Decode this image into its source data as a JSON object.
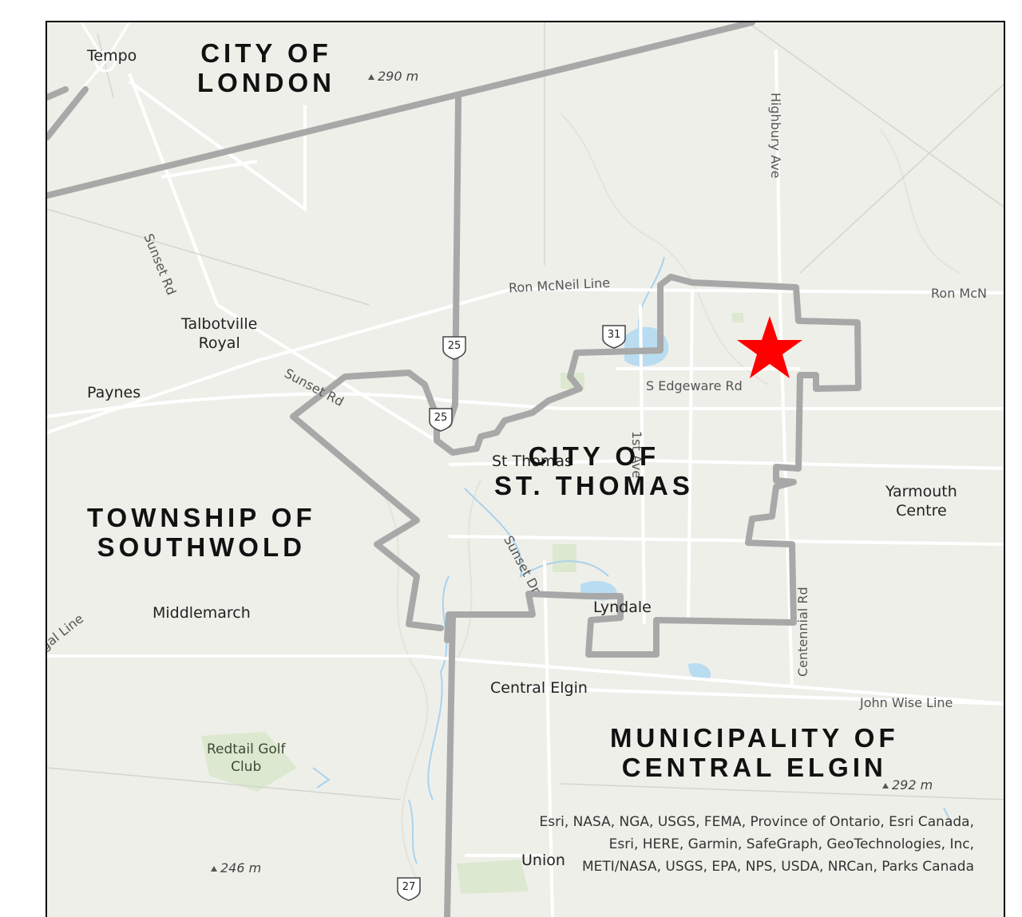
{
  "regions": {
    "london": "CITY OF\nLONDON",
    "st_thomas": "CITY OF\nST. THOMAS",
    "southwold": "TOWNSHIP OF\nSOUTHWOLD",
    "central_elgin": "MUNICIPALITY OF\nCENTRAL ELGIN"
  },
  "places": {
    "tempo": "Tempo",
    "talbotville": "Talbotville\nRoyal",
    "paynes": "Paynes",
    "st_thomas": "St Thomas",
    "yarmouth": "Yarmouth\nCentre",
    "middlemarch": "Middlemarch",
    "lyndale": "Lyndale",
    "central_elgin": "Central Elgin",
    "redtail": "Redtail Golf\nClub",
    "union": "Union"
  },
  "roads": {
    "sunset_rd_north": "Sunset Rd",
    "sunset_rd_mid": "Sunset Rd",
    "sunset_rd_south": "Sunset Dr",
    "ron_mcneil": "Ron McNeil Line",
    "ron_mcneil_east": "Ron McN",
    "highbury": "Highbury Ave",
    "edgeware": "S Edgeware Rd",
    "first_ave": "1st Ave",
    "centennial": "Centennial Rd",
    "john_wise": "John Wise Line",
    "fingal": "Fingal Line"
  },
  "elevations": {
    "north": "290 m",
    "east": "292 m",
    "south": "246 m"
  },
  "shields": {
    "hwy31": "31",
    "hwy25a": "25",
    "hwy25b": "25",
    "hwy27": "27"
  },
  "site_marker": {
    "icon": "star-icon",
    "color": "#ff0000"
  },
  "attribution": "Esri, NASA, NGA, USGS, FEMA, Province of Ontario, Esri Canada, Esri, HERE, Garmin, SafeGraph, GeoTechnologies, Inc, METI/NASA, USGS, EPA, NPS, USDA, NRCan, Parks Canada"
}
